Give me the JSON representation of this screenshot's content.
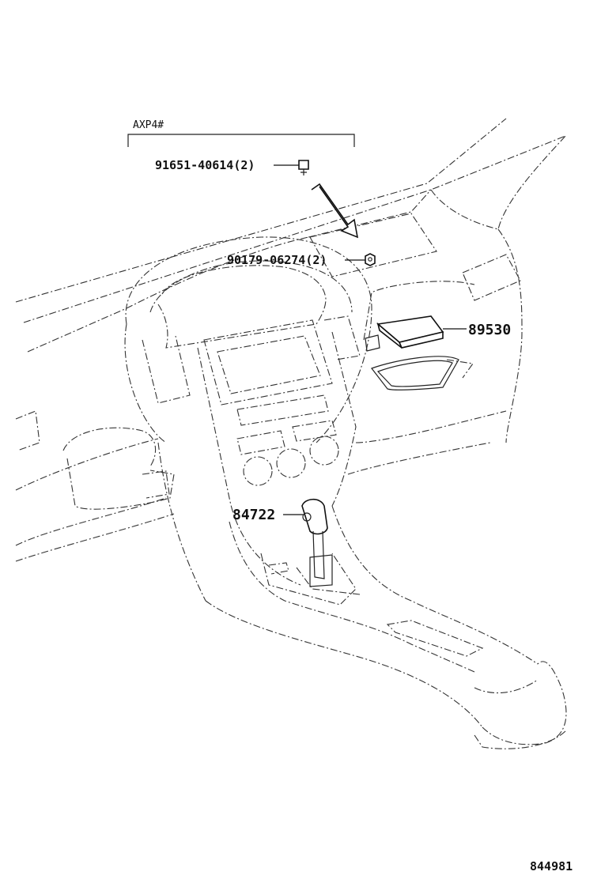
{
  "labels": {
    "variant": "AXP4#",
    "screw_part": "91651-40614(2)",
    "nut_part": "90179-06274(2)",
    "ecu_part": "89530",
    "switch_part": "84722",
    "illustration_number": "844981"
  }
}
